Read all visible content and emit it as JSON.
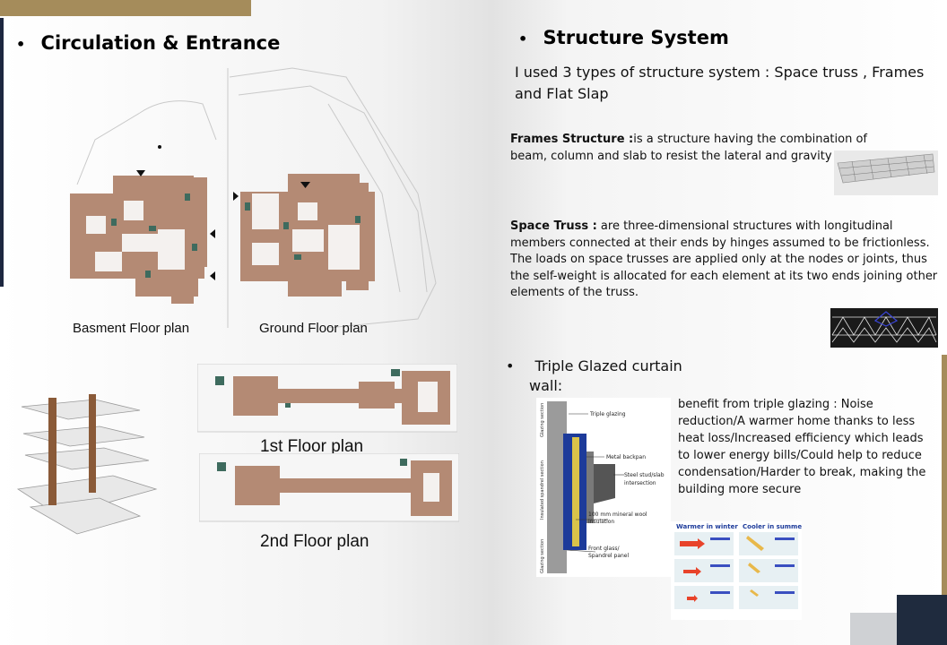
{
  "circulation": {
    "bullet": "•",
    "title": "Circulation & Entrance",
    "labels": {
      "basement": "Basment Floor plan",
      "ground": "Ground Floor plan",
      "first": "1st Floor plan",
      "second": "2nd Floor plan"
    }
  },
  "structure": {
    "bullet": "•",
    "title": "Structure System",
    "intro": "I used 3 types of structure system : Space truss , Frames and Flat Slap",
    "frames": {
      "term": "Frames Structure :",
      "text": "is a structure having the combination of beam, column and slab to resist the lateral and gravity loads."
    },
    "space_truss": {
      "term": "Space Truss :",
      "text": " are three-dimensional structures with longitudinal members connected at their ends by hinges assumed to be frictionless. The loads on space trusses are applied only at the nodes or joints, thus the self-weight is allocated for each element at its two ends joining other elements of the truss."
    }
  },
  "curtain_wall": {
    "bullet": "•",
    "title_line1": "Triple Glazed curtain",
    "title_line2": "wall:",
    "benefits": "benefit from triple glazing : Noise reduction/A warmer home thanks to less heat loss/Increased efficiency which leads to lower energy bills/Could help to reduce condensation/Harder to break, making the building more secure",
    "detail_labels": {
      "triple_glazing": "Triple glazing",
      "metal_backpan": "Metal backpan",
      "steel_stud": "Steel stud/slab",
      "intersection": "intersection",
      "wool1": "100 mm mineral wool",
      "wool2": "insulation",
      "front1": "Front glass/",
      "front2": "Spandrel panel",
      "side1": "Glazing section",
      "side2": "Insulated spandrel section",
      "side3": "Glazing section"
    },
    "comparison": {
      "winter": "Warmer in winter",
      "summer": "Cooler in summer"
    }
  },
  "colors": {
    "gold": "#a58c5b",
    "navy": "#1d2740",
    "plan_fill": "#b48a74",
    "plan_green": "#3e6b5e",
    "wall_blue": "#1d3b9a"
  }
}
